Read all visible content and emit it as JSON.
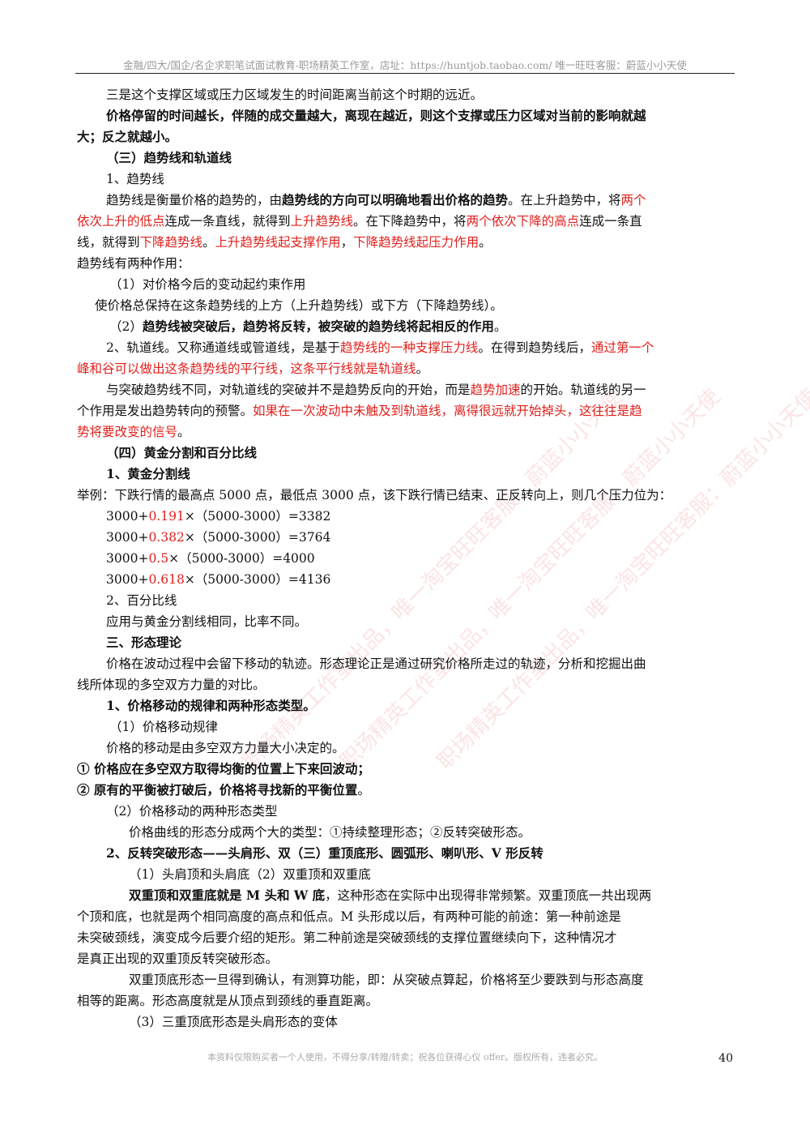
{
  "header": "金融/四大/国企/名企求职笔试面试教育-职场精英工作室，店址：https://huntjob.taobao.com/  唯一旺旺客服：蔚蓝小小天使",
  "watermark": "职场精英工作室出品，唯一淘宝旺旺客服：蔚蓝小小天使",
  "lines": [
    {
      "cls": "i1",
      "segs": [
        {
          "t": "三是这个支撑区域或压力区域发生的时间距离当前这个时期的远近。"
        }
      ]
    },
    {
      "cls": "i1",
      "segs": [
        {
          "t": "价格停留的时间越长，伴随的成交量越大，离现在越近，则这个支撑或压力区域对当前的影响就越",
          "s": "b"
        }
      ]
    },
    {
      "cls": "",
      "segs": [
        {
          "t": "大；反之就越小。",
          "s": "b"
        }
      ]
    },
    {
      "cls": "i1",
      "segs": [
        {
          "t": "（三）趋势线和轨道线",
          "s": "b"
        }
      ]
    },
    {
      "cls": "i1",
      "segs": [
        {
          "t": "1、趋势线"
        }
      ]
    },
    {
      "cls": "i1",
      "segs": [
        {
          "t": "趋势线是衡量价格的趋势的，由"
        },
        {
          "t": "趋势线的方向可以明确地看出价格的趋势",
          "s": "b"
        },
        {
          "t": "。在上升趋势中，将"
        },
        {
          "t": "两个",
          "s": "r"
        }
      ]
    },
    {
      "cls": "",
      "segs": [
        {
          "t": "依次上升的低点",
          "s": "r"
        },
        {
          "t": "连成一条直线，就得到"
        },
        {
          "t": "上升趋势线",
          "s": "r"
        },
        {
          "t": "。在下降趋势中，将"
        },
        {
          "t": "两个依次下降的高点",
          "s": "r"
        },
        {
          "t": "连成一条直"
        }
      ]
    },
    {
      "cls": "",
      "segs": [
        {
          "t": "线，就得到"
        },
        {
          "t": "下降趋势线",
          "s": "r"
        },
        {
          "t": "。"
        },
        {
          "t": "上升趋势线起支撑作用",
          "s": "r"
        },
        {
          "t": "，"
        },
        {
          "t": "下降趋势线起压力作用",
          "s": "r"
        },
        {
          "t": "。"
        }
      ]
    },
    {
      "cls": "",
      "segs": [
        {
          "t": "趋势线有两种作用："
        }
      ]
    },
    {
      "cls": "i2",
      "segs": [
        {
          "t": "（1）对价格今后的变动起约束作用"
        }
      ]
    },
    {
      "cls": "i3",
      "segs": [
        {
          "t": "使价格总保持在这条趋势线的上方（上升趋势线）或下方（下降趋势线）。"
        }
      ]
    },
    {
      "cls": "i2",
      "segs": [
        {
          "t": "（2）"
        },
        {
          "t": "趋势线被突破后，趋势将反转，被突破的趋势线将起相反的作用",
          "s": "b"
        },
        {
          "t": "。"
        }
      ]
    },
    {
      "cls": "i1",
      "segs": [
        {
          "t": "2、轨道线。又称通道线或管道线，是基于"
        },
        {
          "t": "趋势线的一种支撑压力线",
          "s": "r"
        },
        {
          "t": "。在得到趋势线后，"
        },
        {
          "t": "通过第一个",
          "s": "r"
        }
      ]
    },
    {
      "cls": "",
      "segs": [
        {
          "t": "峰和谷可以做出这条趋势线的平行线，这条平行线就是轨道线",
          "s": "r"
        },
        {
          "t": "。"
        }
      ]
    },
    {
      "cls": "i1",
      "segs": [
        {
          "t": "与突破趋势线不同，对轨道线的突破并不是趋势反向的开始，而是"
        },
        {
          "t": "趋势加速",
          "s": "r"
        },
        {
          "t": "的开始。轨道线的另一"
        }
      ]
    },
    {
      "cls": "",
      "segs": [
        {
          "t": "个作用是发出趋势转向的预警。"
        },
        {
          "t": "如果在一次波动中未触及到轨道线，离得很远就开始掉头，这往往是趋",
          "s": "r"
        }
      ]
    },
    {
      "cls": "",
      "segs": [
        {
          "t": "势将要改变的信号",
          "s": "r"
        },
        {
          "t": "。"
        }
      ]
    },
    {
      "cls": "i1",
      "segs": [
        {
          "t": "（四）黄金分割和百分比线",
          "s": "b"
        }
      ]
    },
    {
      "cls": "i1",
      "segs": [
        {
          "t": "1、黄金分割线",
          "s": "b"
        }
      ]
    },
    {
      "cls": "",
      "segs": [
        {
          "t": "举例：下跌行情的最高点 5000 点，最低点 3000 点，该下跌行情已结束、正反转向上，则几个压力位为："
        }
      ]
    },
    {
      "cls": "i1",
      "segs": [
        {
          "t": "3000+"
        },
        {
          "t": "0.191",
          "s": "r"
        },
        {
          "t": "×（5000-3000）=3382"
        }
      ]
    },
    {
      "cls": "i1",
      "segs": [
        {
          "t": "3000+"
        },
        {
          "t": "0.382",
          "s": "r"
        },
        {
          "t": "×（5000-3000）=3764"
        }
      ]
    },
    {
      "cls": "i1",
      "segs": [
        {
          "t": "3000+"
        },
        {
          "t": "0.5",
          "s": "r"
        },
        {
          "t": "×（5000-3000）=4000"
        }
      ]
    },
    {
      "cls": "i1",
      "segs": [
        {
          "t": "3000+"
        },
        {
          "t": "0.618",
          "s": "r"
        },
        {
          "t": "×（5000-3000）=4136"
        }
      ]
    },
    {
      "cls": "i1",
      "segs": [
        {
          "t": "2、百分比线"
        }
      ]
    },
    {
      "cls": "i1",
      "segs": [
        {
          "t": "应用与黄金分割线相同，比率不同。"
        }
      ]
    },
    {
      "cls": "i1",
      "segs": [
        {
          "t": "三、形态理论",
          "s": "b"
        }
      ]
    },
    {
      "cls": "i1",
      "segs": [
        {
          "t": "价格在波动过程中会留下移动的轨迹。形态理论正是通过研究价格所走过的轨迹，分析和挖掘出曲"
        }
      ]
    },
    {
      "cls": "",
      "segs": [
        {
          "t": "线所体现的多空双方力量的对比。"
        }
      ]
    },
    {
      "cls": "i1",
      "segs": [
        {
          "t": "1、价格移动的规律和两种形态类型。",
          "s": "b"
        }
      ]
    },
    {
      "cls": "i2",
      "segs": [
        {
          "t": "（1）价格移动规律"
        }
      ]
    },
    {
      "cls": "i1",
      "segs": [
        {
          "t": "价格的移动是由多空双方力量大小决定的。"
        }
      ]
    },
    {
      "cls": "",
      "segs": [
        {
          "t": "①  价格应在多空双方取得均衡的位置上下来回波动；",
          "s": "b"
        }
      ]
    },
    {
      "cls": "",
      "segs": [
        {
          "t": "②  原有的平衡被打破后，价格将寻找新的平衡位置",
          "s": "b"
        },
        {
          "t": "。"
        }
      ]
    },
    {
      "cls": "i1",
      "segs": [
        {
          "t": "（2）价格移动的两种形态类型"
        }
      ]
    },
    {
      "cls": "i4",
      "segs": [
        {
          "t": "价格曲线的形态分成两个大的类型：①持续整理形态；②反转突破形态。"
        }
      ]
    },
    {
      "cls": "i1",
      "segs": [
        {
          "t": "2、反转突破形态——头肩形、双（三）重顶底形、圆弧形、喇叭形、V 形反转",
          "s": "b"
        }
      ]
    },
    {
      "cls": "i4",
      "segs": [
        {
          "t": "（1）头肩顶和头肩底（2）双重顶和双重底"
        }
      ]
    },
    {
      "cls": "i4",
      "segs": [
        {
          "t": "双重顶和双重底就是 M 头和 W 底",
          "s": "b"
        },
        {
          "t": "，这种形态在实际中出现得非常频繁。双重顶底一共出现两"
        }
      ]
    },
    {
      "cls": "",
      "segs": [
        {
          "t": "个顶和底，也就是两个相同高度的高点和低点。M 头形成以后，有两种可能的前途：第一种前途是"
        }
      ]
    },
    {
      "cls": "",
      "segs": [
        {
          "t": "未突破颈线，演变成今后要介绍的矩形。第二种前途是突破颈线的支撑位置继续向下，这种情况才"
        }
      ]
    },
    {
      "cls": "",
      "segs": [
        {
          "t": "是真正出现的双重顶反转突破形态。"
        }
      ]
    },
    {
      "cls": "i4",
      "segs": [
        {
          "t": "双重顶底形态一旦得到确认，有测算功能，即：从突破点算起，价格将至少要跌到与形态高度"
        }
      ]
    },
    {
      "cls": "",
      "segs": [
        {
          "t": "相等的距离。形态高度就是从顶点到颈线的垂直距离。"
        }
      ]
    },
    {
      "cls": "i4",
      "segs": [
        {
          "t": "（3）三重顶底形态是头肩形态的变体"
        }
      ]
    }
  ],
  "footer": "本资料仅限购买者一个人使用，不得分享/转赠/转卖；祝各位获得心仪 offer。版权所有，违者必究。",
  "page_number": "40"
}
